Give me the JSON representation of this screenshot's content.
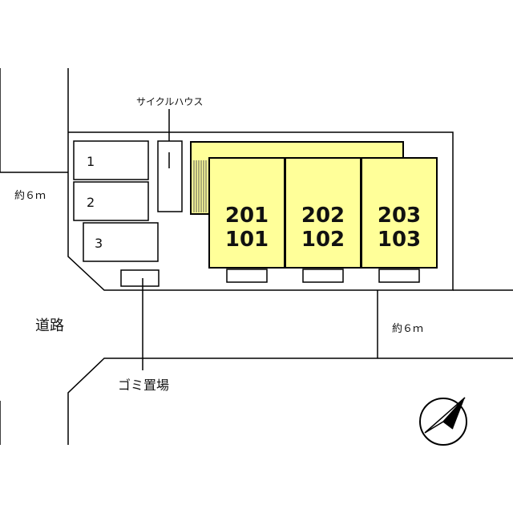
{
  "labels": {
    "cycle_house": "サイクルハウス",
    "road": "道路",
    "road_width_left": "約６ｍ",
    "road_width_right": "約６ｍ",
    "garbage": "ゴミ置場"
  },
  "parking": [
    "1",
    "2",
    "3"
  ],
  "units": [
    {
      "upper": "201",
      "lower": "101"
    },
    {
      "upper": "202",
      "lower": "102"
    },
    {
      "upper": "203",
      "lower": "103"
    }
  ],
  "colors": {
    "unit_fill": "#ffff99",
    "line": "#000000",
    "compass_fill": "#000000"
  },
  "icons": {
    "compass": "north-arrow-icon"
  }
}
